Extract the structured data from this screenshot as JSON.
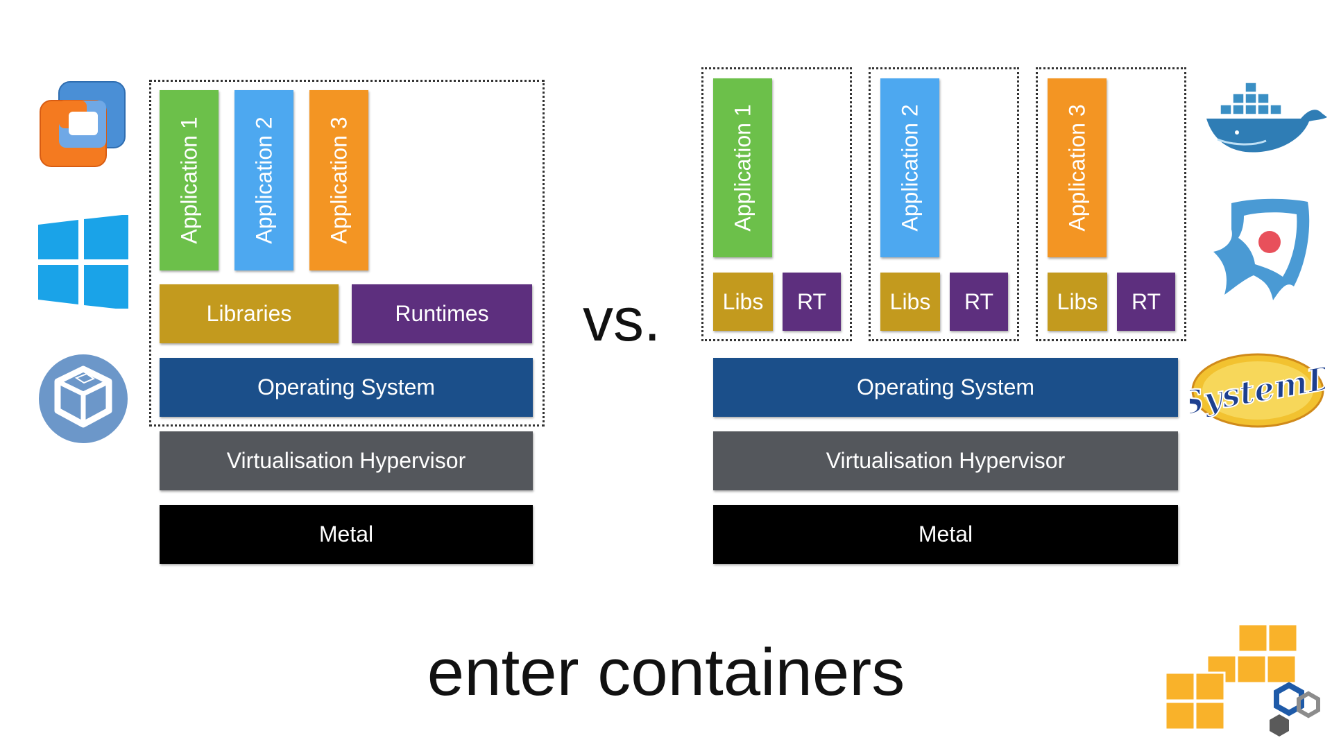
{
  "left_stack": {
    "apps": [
      "Application 1",
      "Application 2",
      "Application 3"
    ],
    "libraries": "Libraries",
    "runtimes": "Runtimes",
    "os": "Operating System",
    "hypervisor": "Virtualisation Hypervisor",
    "metal": "Metal"
  },
  "vs_text": "vs.",
  "right_stack": {
    "containers": [
      {
        "app": "Application 1",
        "libs": "Libs",
        "rt": "RT"
      },
      {
        "app": "Application 2",
        "libs": "Libs",
        "rt": "RT"
      },
      {
        "app": "Application 3",
        "libs": "Libs",
        "rt": "RT"
      }
    ],
    "os": "Operating System",
    "hypervisor": "Virtualisation Hypervisor",
    "metal": "Metal"
  },
  "caption": "enter containers",
  "logos": {
    "left": [
      "vmware-logo",
      "windows-logo",
      "virtualbox-logo"
    ],
    "right": [
      "docker-logo",
      "rocket-logo",
      "systemd-logo",
      "aws-logo"
    ],
    "systemd_text": "SystemD"
  },
  "colors": {
    "app1": "#6cc04a",
    "app2": "#4da8f0",
    "app3": "#f39523",
    "libraries": "#c39a1e",
    "runtimes": "#5d2f7e",
    "os": "#1b4f8a",
    "hypervisor": "#54575c",
    "metal": "#000000"
  }
}
